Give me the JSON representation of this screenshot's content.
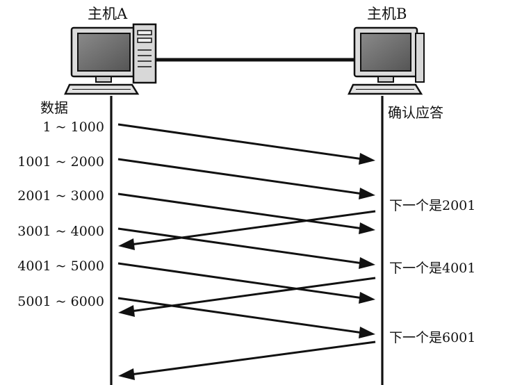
{
  "hosts": {
    "a_label": "主机A",
    "b_label": "主机B"
  },
  "columns": {
    "data_label": "数据",
    "ack_label": "确认应答"
  },
  "segments": [
    "1 ~ 1000",
    "1001 ~ 2000",
    "2001 ~ 3000",
    "3001 ~ 4000",
    "4001 ~ 5000",
    "5001 ~ 6000"
  ],
  "acks": [
    "下一个是2001",
    "下一个是4001",
    "下一个是6001"
  ],
  "colors": {
    "ink": "#111111",
    "screen": "#6e6e6e",
    "case": "#d4d4d4"
  }
}
